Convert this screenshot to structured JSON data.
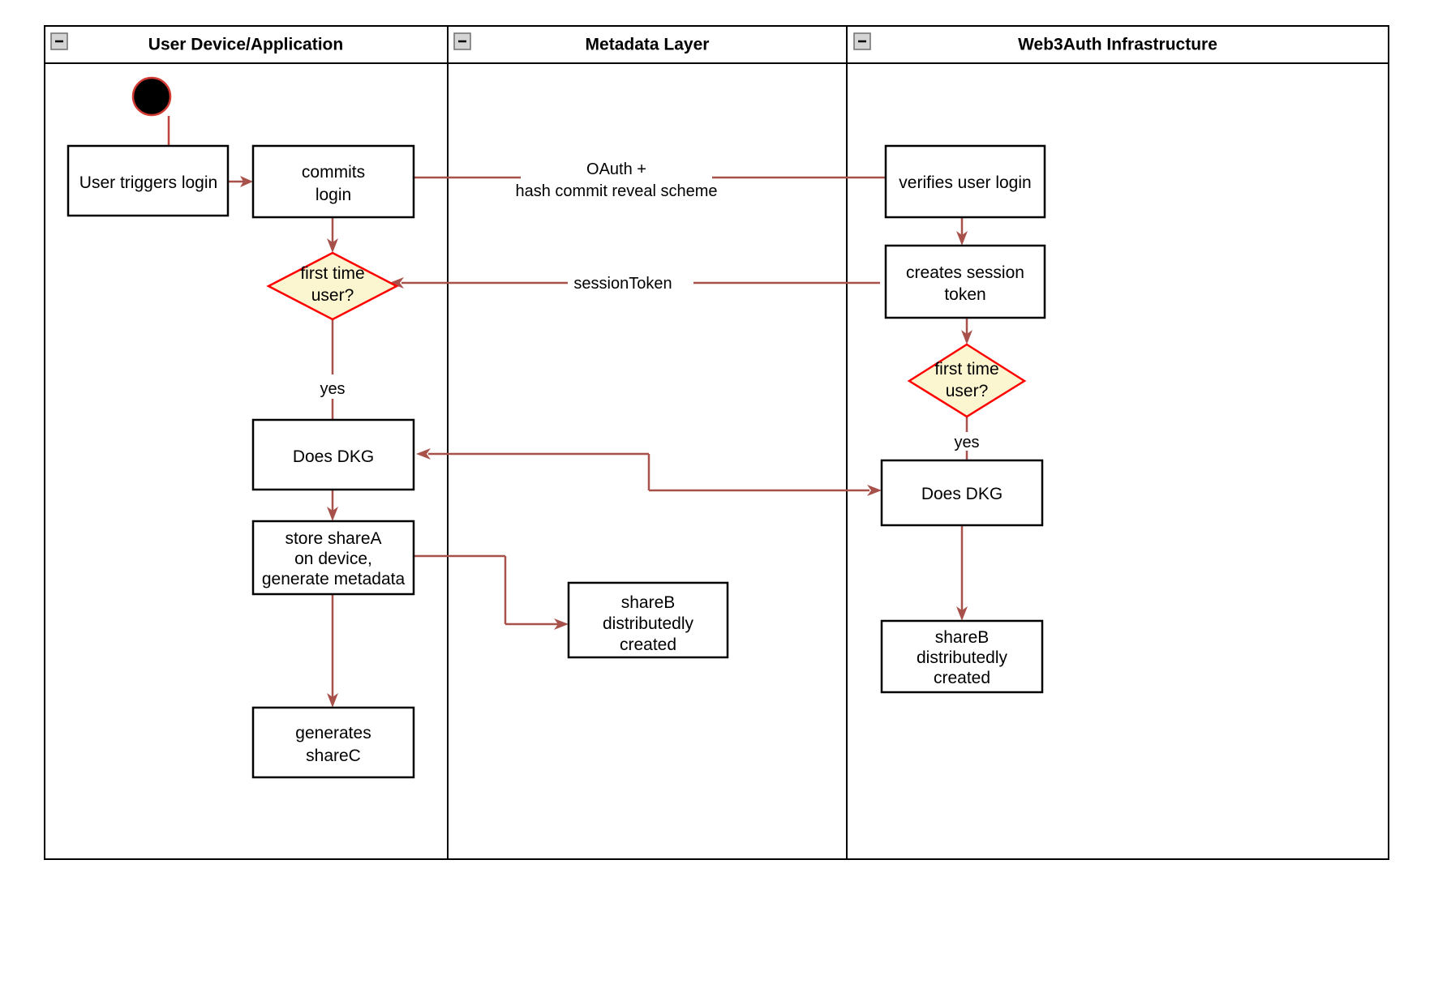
{
  "diagram": {
    "type": "uml-activity-swimlane",
    "background_color": "#ffffff",
    "flow_color": "#a8514b",
    "decision_fill": "#fcf6d0",
    "decision_stroke": "#ff0000",
    "activity_stroke": "#000000"
  },
  "lanes": [
    {
      "id": "lane-user-device",
      "title": "User Device/Application",
      "collapse_icon": "collapse-minus-icon"
    },
    {
      "id": "lane-metadata",
      "title": "Metadata Layer",
      "collapse_icon": "collapse-minus-icon"
    },
    {
      "id": "lane-web3auth",
      "title": "Web3Auth Infrastructure",
      "collapse_icon": "collapse-minus-icon"
    }
  ],
  "nodes": {
    "start": {
      "shape": "initial-node",
      "label": ""
    },
    "user_triggers_login": {
      "shape": "activity",
      "label": "User triggers login",
      "lane": "lane-user-device"
    },
    "commits_login": {
      "shape": "activity",
      "line1": "commits",
      "line2": "login",
      "lane": "lane-user-device"
    },
    "first_time_user_left": {
      "shape": "decision",
      "line1": "first time",
      "line2": "user?",
      "lane": "lane-user-device"
    },
    "does_dkg_left": {
      "shape": "activity",
      "label": "Does DKG",
      "lane": "lane-user-device"
    },
    "store_sharea": {
      "shape": "activity",
      "line1": "store shareA",
      "line2": "on device,",
      "line3": "generate metadata",
      "lane": "lane-user-device"
    },
    "generates_sharec": {
      "shape": "activity",
      "line1": "generates",
      "line2": "shareC",
      "lane": "lane-user-device"
    },
    "shareb_created_middle": {
      "shape": "activity",
      "line1": "shareB",
      "line2": "distributedly",
      "line3": "created",
      "lane": "lane-metadata"
    },
    "verifies_user_login": {
      "shape": "activity",
      "label": "verifies user login",
      "lane": "lane-web3auth"
    },
    "creates_session_token": {
      "shape": "activity",
      "line1": "creates session",
      "line2": "token",
      "lane": "lane-web3auth"
    },
    "first_time_user_right": {
      "shape": "decision",
      "line1": "first time",
      "line2": "user?",
      "lane": "lane-web3auth"
    },
    "does_dkg_right": {
      "shape": "activity",
      "label": "Does DKG",
      "lane": "lane-web3auth"
    },
    "shareb_created_right": {
      "shape": "activity",
      "line1": "shareB",
      "line2": "distributedly",
      "line3": "created",
      "lane": "lane-web3auth"
    }
  },
  "edge_labels": {
    "oauth_line1": "OAuth +",
    "oauth_line2": "hash commit reveal scheme",
    "session_token": "sessionToken",
    "yes_left": "yes",
    "yes_right": "yes"
  }
}
